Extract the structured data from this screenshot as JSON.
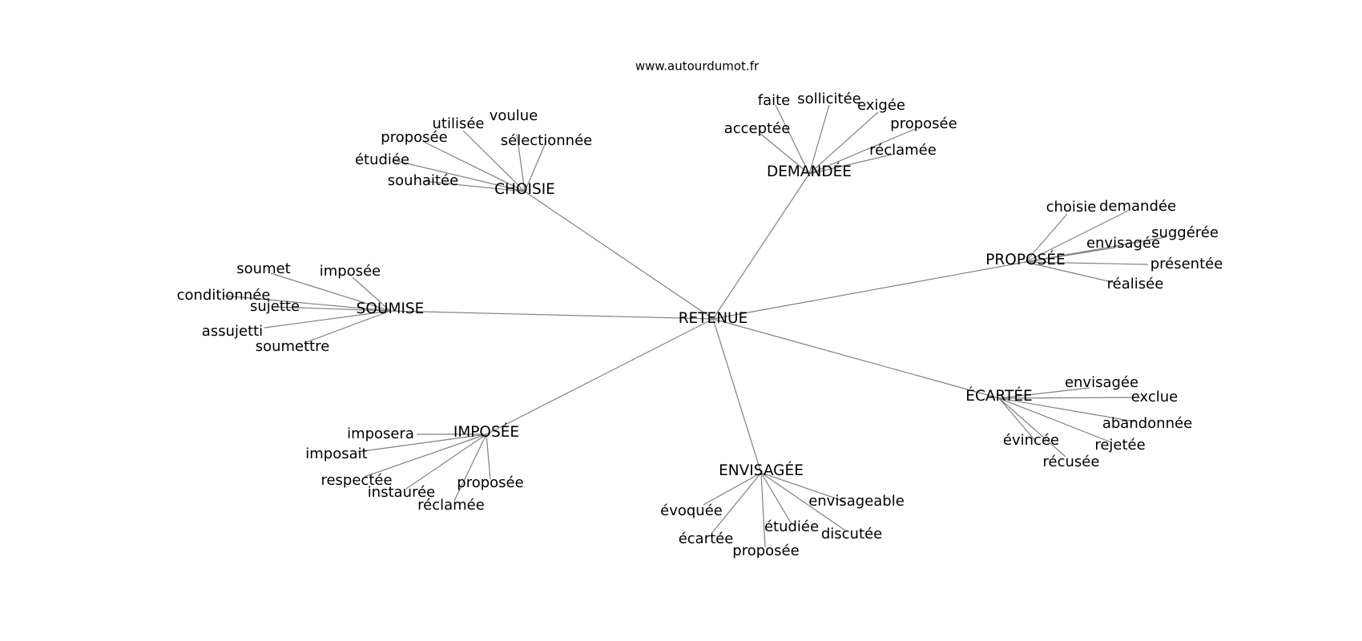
{
  "watermark": "www.autourdumot.fr",
  "graph": {
    "root": "RETENUE",
    "hubs": [
      {
        "id": "choisie",
        "label": "CHOISIE",
        "leaves": [
          "voulue",
          "utilisée",
          "sélectionnée",
          "proposée",
          "étudiée",
          "souhaitée"
        ]
      },
      {
        "id": "demandee",
        "label": "DEMANDÉE",
        "leaves": [
          "faite",
          "sollicitée",
          "exigée",
          "proposée",
          "acceptée",
          "réclamée"
        ]
      },
      {
        "id": "proposee",
        "label": "PROPOSÉE",
        "leaves": [
          "choisie",
          "demandée",
          "suggérée",
          "envisagée",
          "présentée",
          "réalisée"
        ]
      },
      {
        "id": "soumise",
        "label": "SOUMISE",
        "leaves": [
          "soumet",
          "imposée",
          "conditionnée",
          "sujette",
          "assujetti",
          "soumettre"
        ]
      },
      {
        "id": "ecartee",
        "label": "ÉCARTÉE",
        "leaves": [
          "envisagée",
          "exclue",
          "abandonnée",
          "évincée",
          "rejetée",
          "récusée"
        ]
      },
      {
        "id": "imposee",
        "label": "IMPOSÉE",
        "leaves": [
          "imposera",
          "imposait",
          "respectée",
          "instaurée",
          "proposée",
          "réclamée"
        ]
      },
      {
        "id": "envisagee",
        "label": "ENVISAGÉE",
        "leaves": [
          "envisageable",
          "évoquée",
          "étudiée",
          "discutée",
          "écartée",
          "proposée"
        ]
      }
    ]
  }
}
